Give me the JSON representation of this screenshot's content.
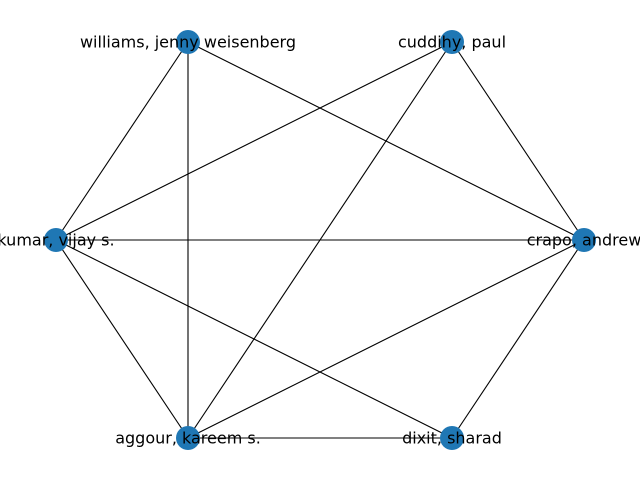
{
  "graph": {
    "node_color": "#1f77b4",
    "edge_color": "#000000",
    "nodes": [
      {
        "id": "williams",
        "label": "williams, jenny weisenberg"
      },
      {
        "id": "cuddihy",
        "label": "cuddihy, paul"
      },
      {
        "id": "kumar",
        "label": "kumar, vijay s."
      },
      {
        "id": "crapo",
        "label": "crapo, andrew"
      },
      {
        "id": "aggour",
        "label": "aggour, kareem s."
      },
      {
        "id": "dixit",
        "label": "dixit, sharad"
      }
    ],
    "edges": [
      [
        "williams",
        "kumar"
      ],
      [
        "williams",
        "aggour"
      ],
      [
        "williams",
        "crapo"
      ],
      [
        "cuddihy",
        "kumar"
      ],
      [
        "cuddihy",
        "aggour"
      ],
      [
        "cuddihy",
        "crapo"
      ],
      [
        "kumar",
        "crapo"
      ],
      [
        "kumar",
        "aggour"
      ],
      [
        "kumar",
        "dixit"
      ],
      [
        "crapo",
        "aggour"
      ],
      [
        "crapo",
        "dixit"
      ],
      [
        "aggour",
        "dixit"
      ]
    ]
  }
}
